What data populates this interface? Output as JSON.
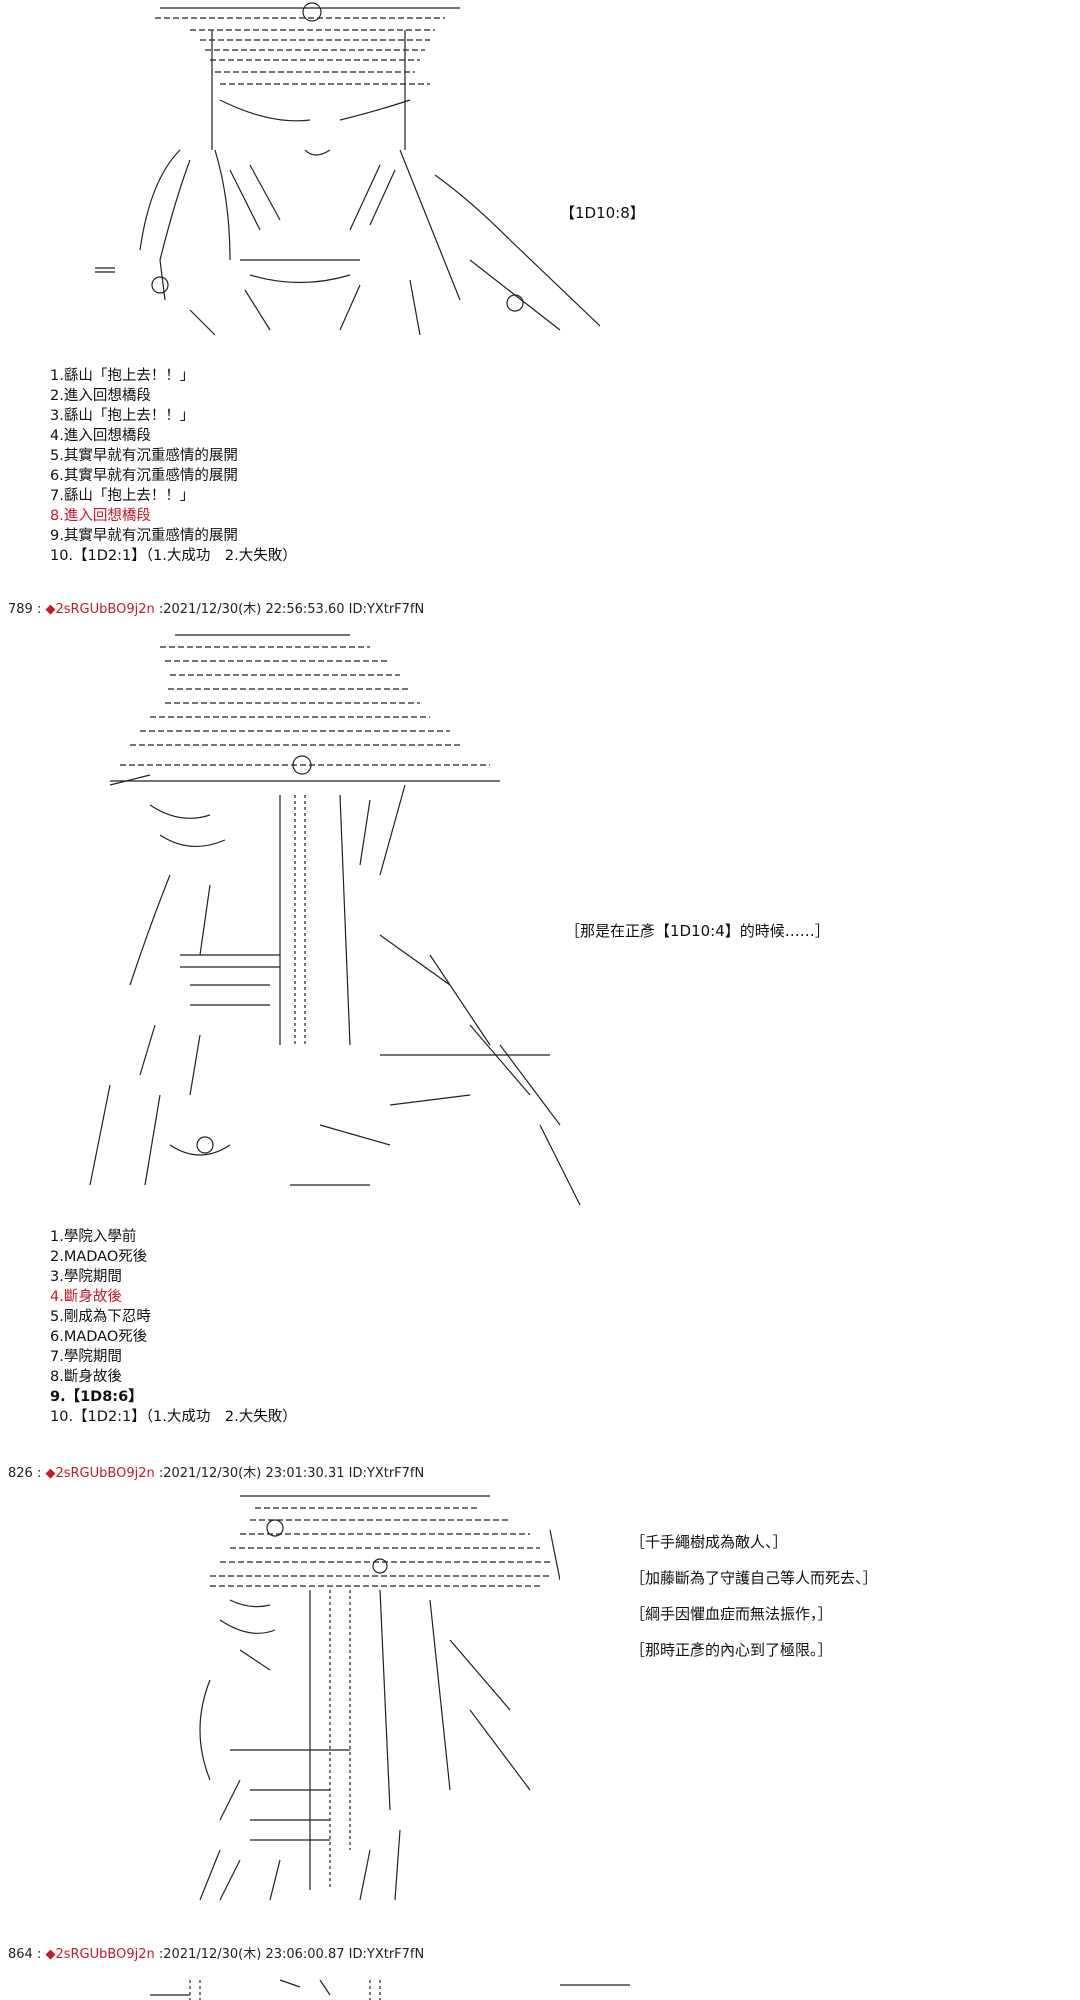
{
  "section1": {
    "caption": "【1D10:8】",
    "choices": [
      {
        "text": "1.繇山「抱上去！！」",
        "highlight": false
      },
      {
        "text": "2.進入回想橋段",
        "highlight": false
      },
      {
        "text": "3.繇山「抱上去！！」",
        "highlight": false
      },
      {
        "text": "4.進入回想橋段",
        "highlight": false
      },
      {
        "text": "5.其實早就有沉重感情的展開",
        "highlight": false
      },
      {
        "text": "6.其實早就有沉重感情的展開",
        "highlight": false
      },
      {
        "text": "7.繇山「抱上去！！」",
        "highlight": false
      },
      {
        "text": "8.進入回想橋段",
        "highlight": true
      },
      {
        "text": "9.其實早就有沉重感情的展開",
        "highlight": false
      },
      {
        "text": "10.【1D2:1】（1.大成功　2.大失敗）",
        "highlight": false
      }
    ]
  },
  "post789": {
    "number": "789",
    "name": "◆2sRGUbBO9j2n",
    "datetime": ":2021/12/30(木) 22:56:53.60",
    "id": "ID:YXtrF7fN",
    "caption": "［那是在正彥【1D10:4】的時候……］",
    "choices": [
      {
        "text": "1.學院入學前",
        "highlight": false
      },
      {
        "text": "2.MADAO死後",
        "highlight": false
      },
      {
        "text": "3.學院期間",
        "highlight": false
      },
      {
        "text": "4.斷身故後",
        "highlight": true
      },
      {
        "text": "5.剛成為下忍時",
        "highlight": false
      },
      {
        "text": "6.MADAO死後",
        "highlight": false
      },
      {
        "text": "7.學院期間",
        "highlight": false
      },
      {
        "text": "8.斷身故後",
        "highlight": false
      },
      {
        "text": "9.【1D8:6】",
        "highlight": false
      },
      {
        "text": "10.【1D2:1】（1.大成功　2.大失敗）",
        "highlight": false
      }
    ]
  },
  "post826": {
    "number": "826",
    "name": "◆2sRGUbBO9j2n",
    "datetime": ":2021/12/30(木) 23:01:30.31",
    "id": "ID:YXtrF7fN",
    "captions": [
      "［千手繩樹成為敵人、］",
      "［加藤斷為了守護自己等人而死去、］",
      "［綱手因懼血症而無法振作，］",
      "［那時正彥的內心到了極限。］"
    ]
  },
  "post864": {
    "number": "864",
    "name": "◆2sRGUbBO9j2n",
    "datetime": ":2021/12/30(木) 23:06:00.87",
    "id": "ID:YXtrF7fN"
  }
}
